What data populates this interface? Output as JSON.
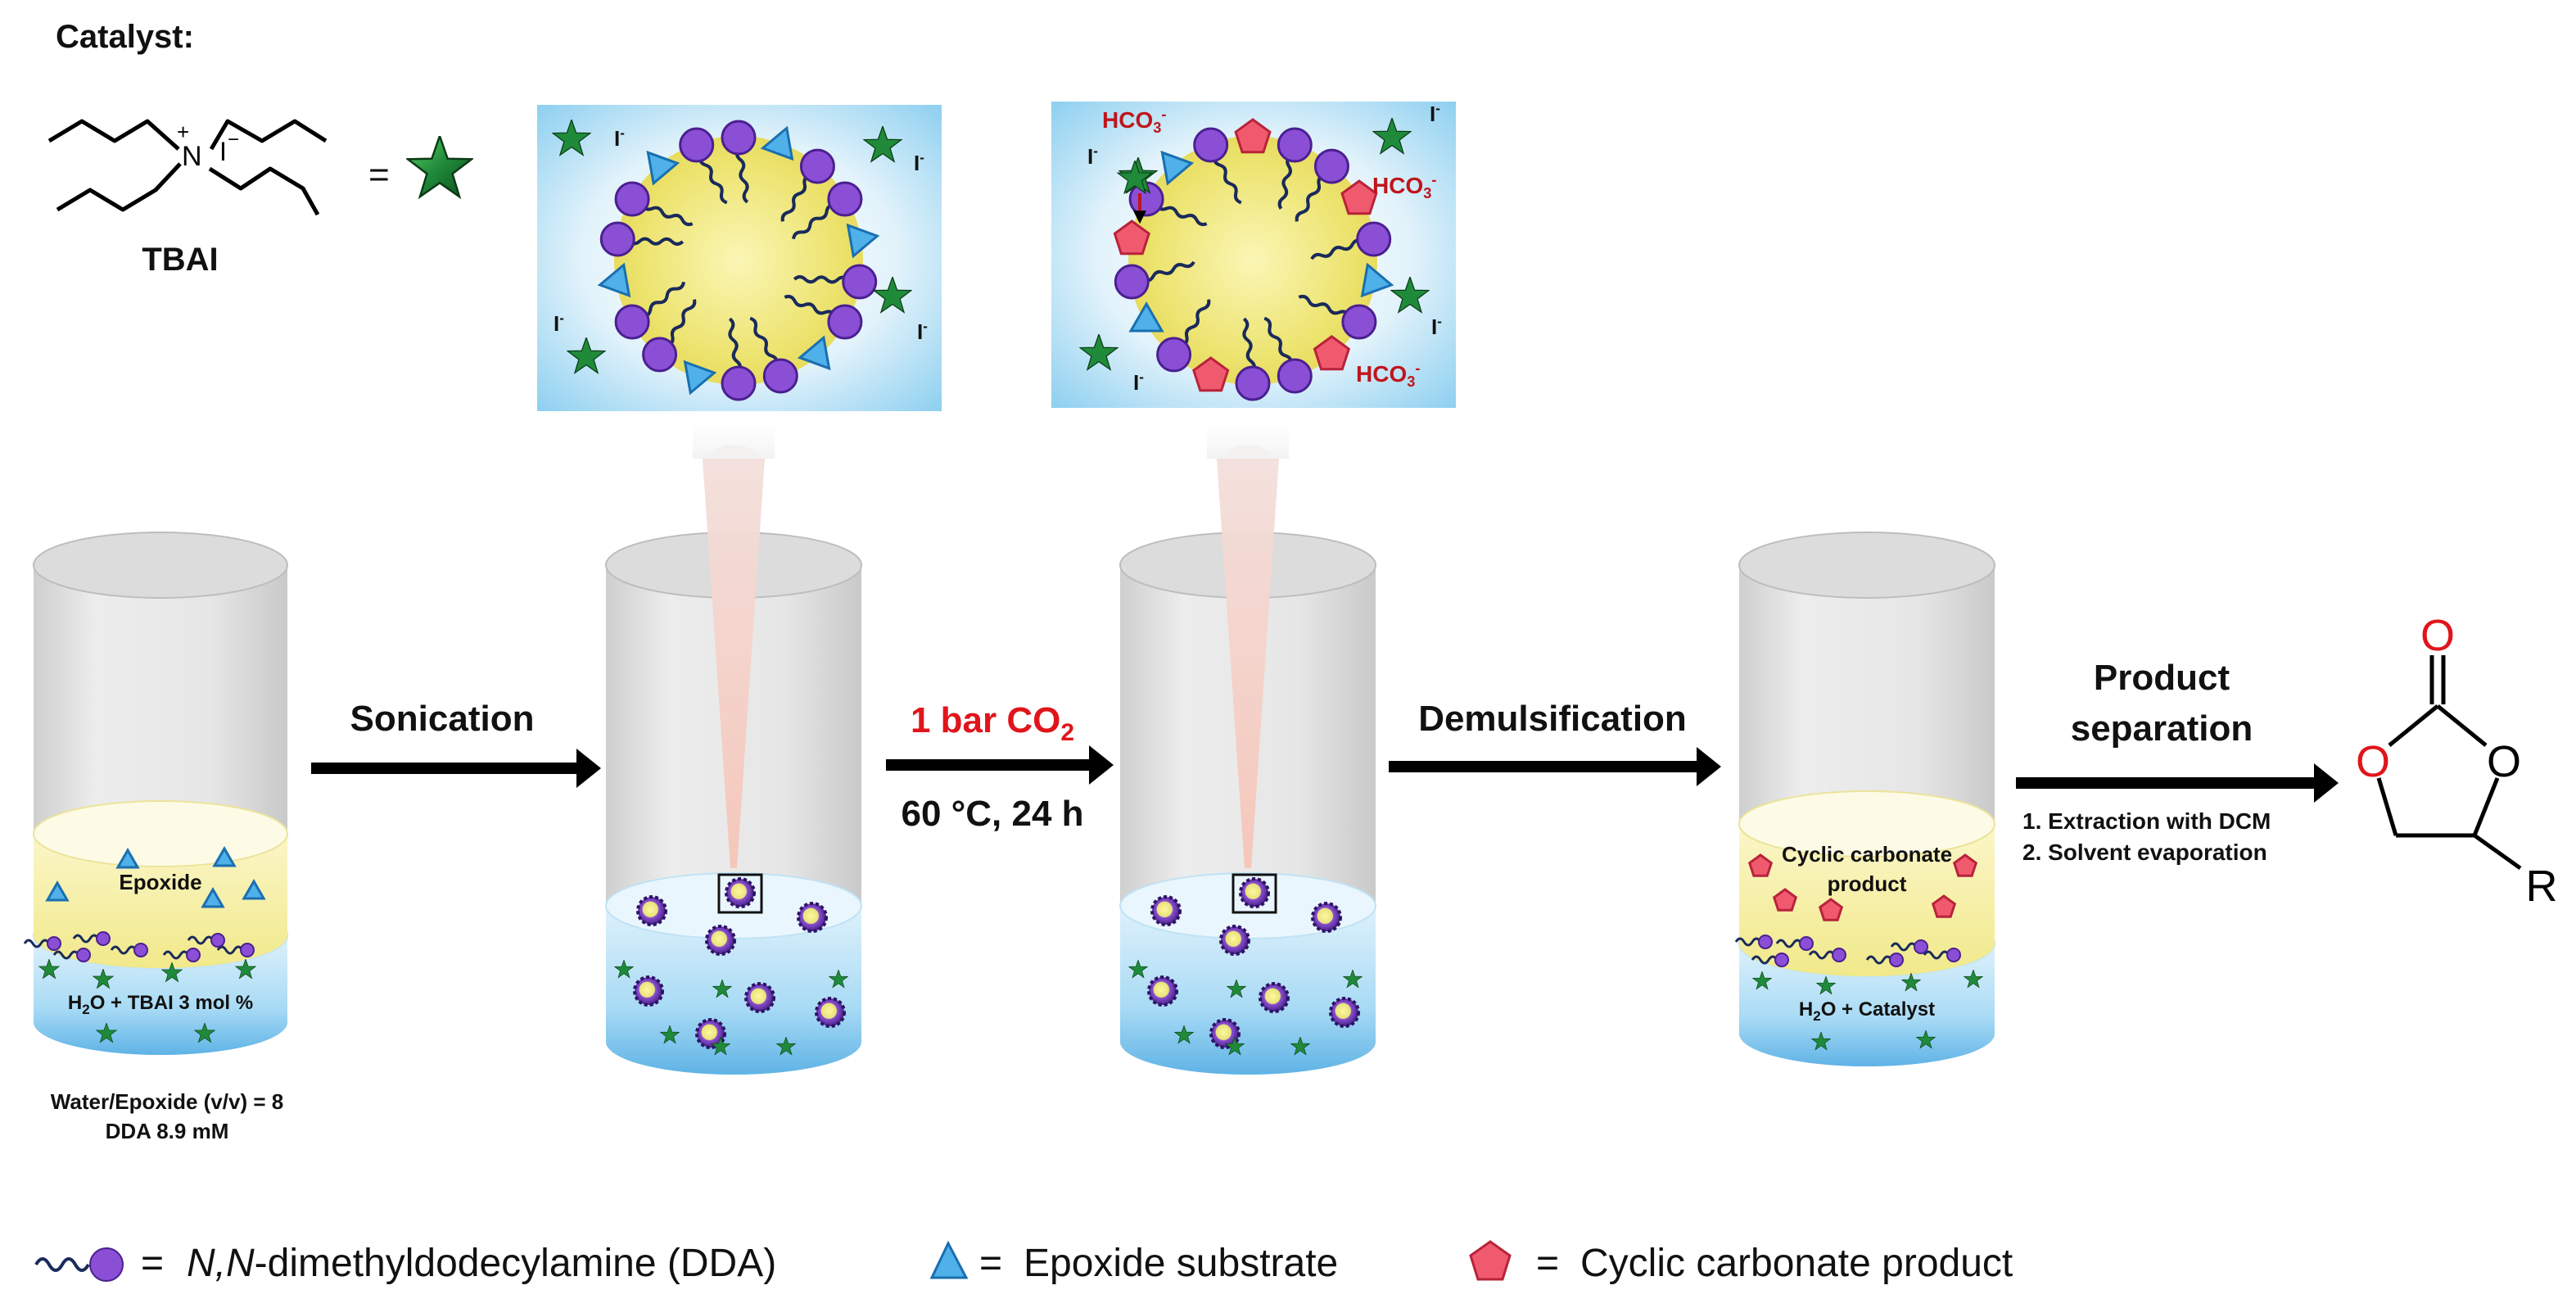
{
  "catalyst": {
    "title": "Catalyst:",
    "name": "TBAI",
    "plus": "+",
    "nitrogen": "N",
    "iodide": "I",
    "minus": "−",
    "equals": "="
  },
  "ions": {
    "iodide": "I",
    "minus": "-",
    "bicarbonate": "HCO",
    "sub3": "3"
  },
  "steps": {
    "sonication": "Sonication",
    "co2_prefix": "1 bar CO",
    "co2_sub": "2",
    "conditions": "60 °C, 24 h",
    "demulsification": "Demulsification",
    "product_sep_line1": "Product",
    "product_sep_line2": "separation",
    "extraction": "1. Extraction with DCM",
    "evaporation": "2. Solvent evaporation"
  },
  "vessel1": {
    "organic_label": "Epoxide",
    "aqueous_h": "H",
    "aqueous_sub": "2",
    "aqueous_rest": "O + TBAI 3 mol %",
    "note_line1": "Water/Epoxide (v/v) = 8",
    "note_line2": "DDA 8.9 mM"
  },
  "vessel4": {
    "organic_line1": "Cyclic carbonate",
    "organic_line2": "product",
    "aqueous_h": "H",
    "aqueous_sub": "2",
    "aqueous_rest": "O + Catalyst"
  },
  "product": {
    "oxygen": "O",
    "r_group": "R"
  },
  "legend": {
    "equals": "=",
    "dda_italic": "N,N",
    "dda_rest": "-dimethyldodecylamine (DDA)",
    "epoxide": "Epoxide substrate",
    "carbonate": "Cyclic carbonate product"
  },
  "colors": {
    "star": "#1f8a3a",
    "dda_purple": "#8b4fd6",
    "epoxide_blue": "#4fb0ea",
    "carbonate_red": "#ef5a6e",
    "co2_red": "#e0151c",
    "hco3_red": "#c0151c",
    "droplet_yellow": "#f0ea8a",
    "water_blue": "#8ecaee"
  }
}
